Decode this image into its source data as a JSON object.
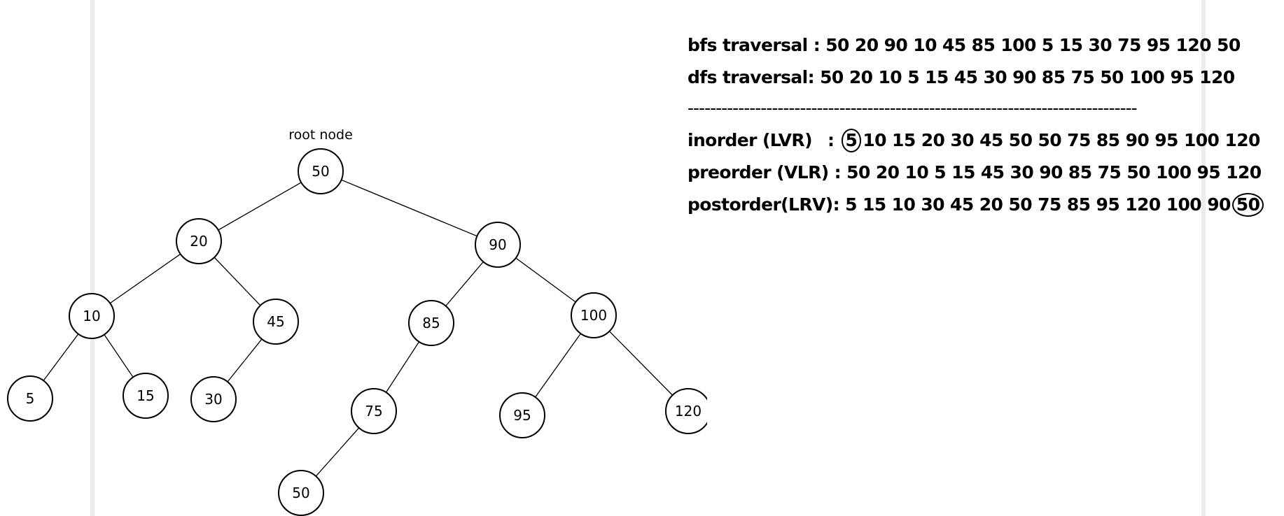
{
  "tree": {
    "root_caption": "root node",
    "nodes": [
      "50",
      "20",
      "90",
      "10",
      "45",
      "85",
      "100",
      "5",
      "15",
      "30",
      "75",
      "95",
      "120",
      "50"
    ]
  },
  "traversals": {
    "bfs": {
      "label": "bfs traversal :",
      "values": "50 20 90 10 45 85 100 5 15 30 75 95 120 50"
    },
    "dfs": {
      "label": "dfs traversal:",
      "values": "50 20 10 5 15 45 30 90 85 75 50 100 95 120"
    },
    "divider": "--------------------------------------------------------------------------------",
    "inorder": {
      "label": "inorder (LVR)",
      "sep": ":",
      "first": "5",
      "rest": "10 15 20 30 45 50 50 75 85 90 95 100 120"
    },
    "preorder": {
      "label": "preorder (VLR) :",
      "values": "50 20 10 5 15 45 30 90 85 75 50 100 95 120"
    },
    "postorder": {
      "label": "postorder(LRV):",
      "rest": "5 15 10 30 45 20 50 75 85 95 120 100 90",
      "last": "50"
    }
  }
}
